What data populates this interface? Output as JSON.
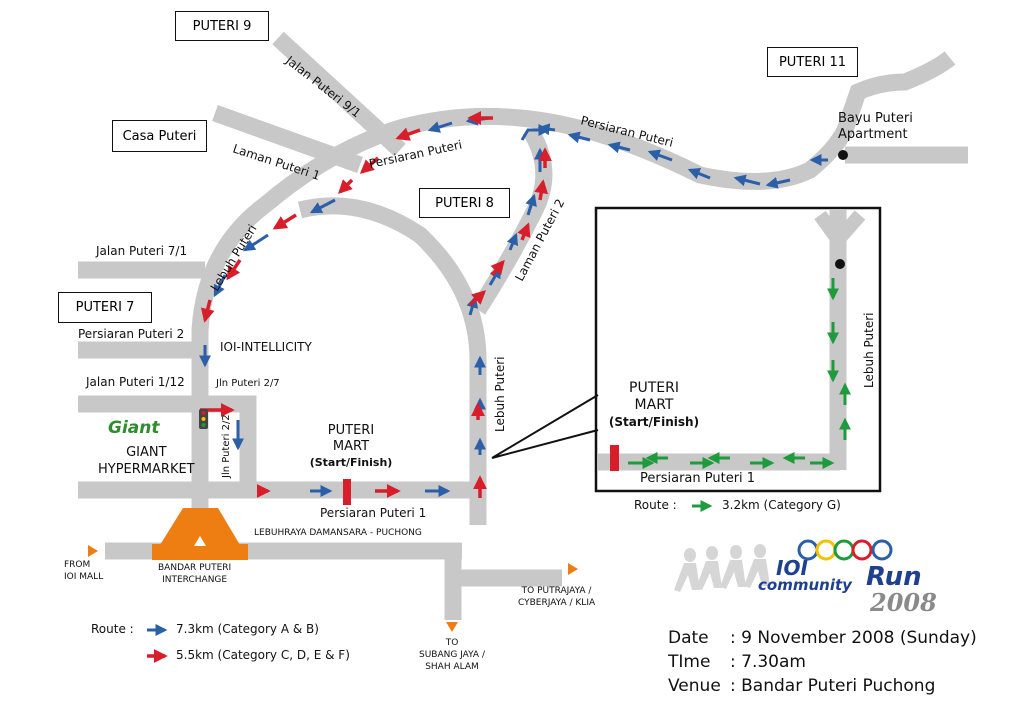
{
  "zones": {
    "puteri9": "PUTERI 9",
    "puteri11": "PUTERI 11",
    "casa": "Casa Puteri",
    "puteri8": "PUTERI 8",
    "puteri7": "PUTERI 7"
  },
  "roads": {
    "jalan_puteri_9_1": "Jalan Puteri 9/1",
    "laman_puteri_1": "Laman Puteri 1",
    "persiaran_puteri_top": "Persiaran Puteri",
    "persiaran_puteri_mid": "Persiaran Puteri",
    "jalan_puteri_7_1": "Jalan Puteri 7/1",
    "lebuh_puteri_left": "Lebuh Puteri",
    "laman_puteri_2": "Laman Puteri 2",
    "persiaran_puteri_2": "Persiaran Puteri 2",
    "jalan_puteri_1_12": "Jalan Puteri 1/12",
    "jln_puteri_2_7": "Jln Puteri 2/7",
    "jln_puteri_2_2": "Jln Puteri 2/2",
    "lebuh_puteri_mid": "Lebuh Puteri",
    "persiaran_puteri_1": "Persiaran Puteri 1",
    "lebuhraya": "LEBUHRAYA DAMANSARA - PUCHONG",
    "lebuh_puteri_inset": "Lebuh Puteri",
    "persiaran_puteri_1_inset": "Persiaran Puteri 1"
  },
  "places": {
    "bayu_line1": "Bayu Puteri",
    "bayu_line2": "Apartment",
    "intellicity": "IOI-INTELLICITY",
    "giant_logo": "Giant",
    "giant_line1": "GIANT",
    "giant_line2": "HYPERMARKET",
    "mart_line1": "PUTERI",
    "mart_line2": "MART",
    "mart_line3": "(Start/Finish)",
    "inset_line1": "PUTERI",
    "inset_line2": "MART",
    "inset_line3": "(Start/Finish)",
    "from_line1": "FROM",
    "from_line2": "IOI MALL",
    "interchange_line1": "BANDAR PUTERI",
    "interchange_line2": "INTERCHANGE",
    "to_putrajaya_line1": "TO PUTRAJAYA /",
    "to_putrajaya_line2": "CYBERJAYA / KLIA",
    "to_subang_line1": "TO",
    "to_subang_line2": "SUBANG JAYA /",
    "to_subang_line3": "SHAH ALAM"
  },
  "legend": {
    "route_label": "Route :",
    "blue": "7.3km (Category A & B)",
    "red": "5.5km (Category C, D, E & F)",
    "green_route_label": "Route :",
    "green": "3.2km (Category G)"
  },
  "logo": {
    "line1": "IOI",
    "line2": "community",
    "line3": "Run",
    "year": "2008"
  },
  "event": {
    "date_label": "Date",
    "date_value": ": 9 November 2008 (Sunday)",
    "time_label": "TIme",
    "time_value": ": 7.30am",
    "venue_label": "Venue",
    "venue_value": ": Bandar Puteri Puchong"
  },
  "colors": {
    "road": "#c8c8c8",
    "blue_route": "#2b5fa8",
    "red_route": "#d81e2a",
    "green_route": "#1f9a3c",
    "interchange": "#ee7d12",
    "marker": "#d81e2a"
  }
}
